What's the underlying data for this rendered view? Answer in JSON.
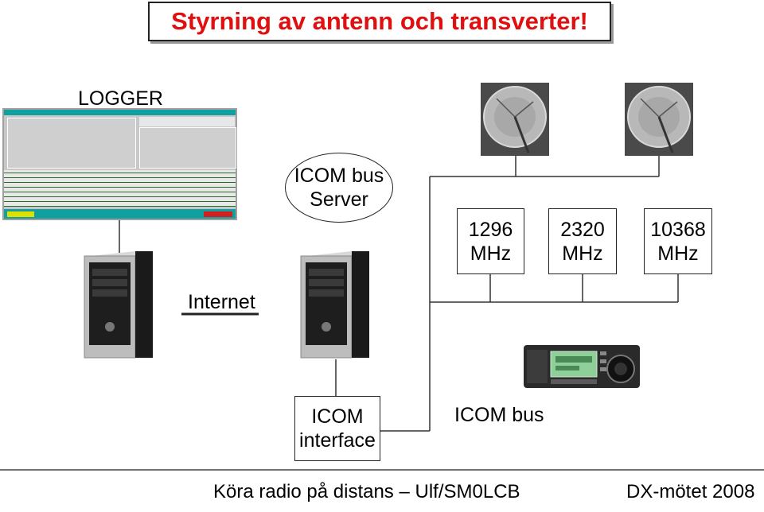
{
  "title": "Styrning av antenn och transverter!",
  "logger_label": "LOGGER",
  "icom_server": {
    "line1": "ICOM bus",
    "line2": "Server"
  },
  "internet_label": "Internet",
  "transverters": [
    {
      "freq": "1296",
      "unit": "MHz"
    },
    {
      "freq": "2320",
      "unit": "MHz"
    },
    {
      "freq": "10368",
      "unit": "MHz"
    }
  ],
  "icom_interface": {
    "line1": "ICOM",
    "line2": "interface"
  },
  "icom_bus_label": "ICOM bus",
  "footer": {
    "left": "Köra radio på distans",
    "dash": "–",
    "right_name": "Ulf/SM0LCB",
    "event": "DX-mötet 2008"
  }
}
